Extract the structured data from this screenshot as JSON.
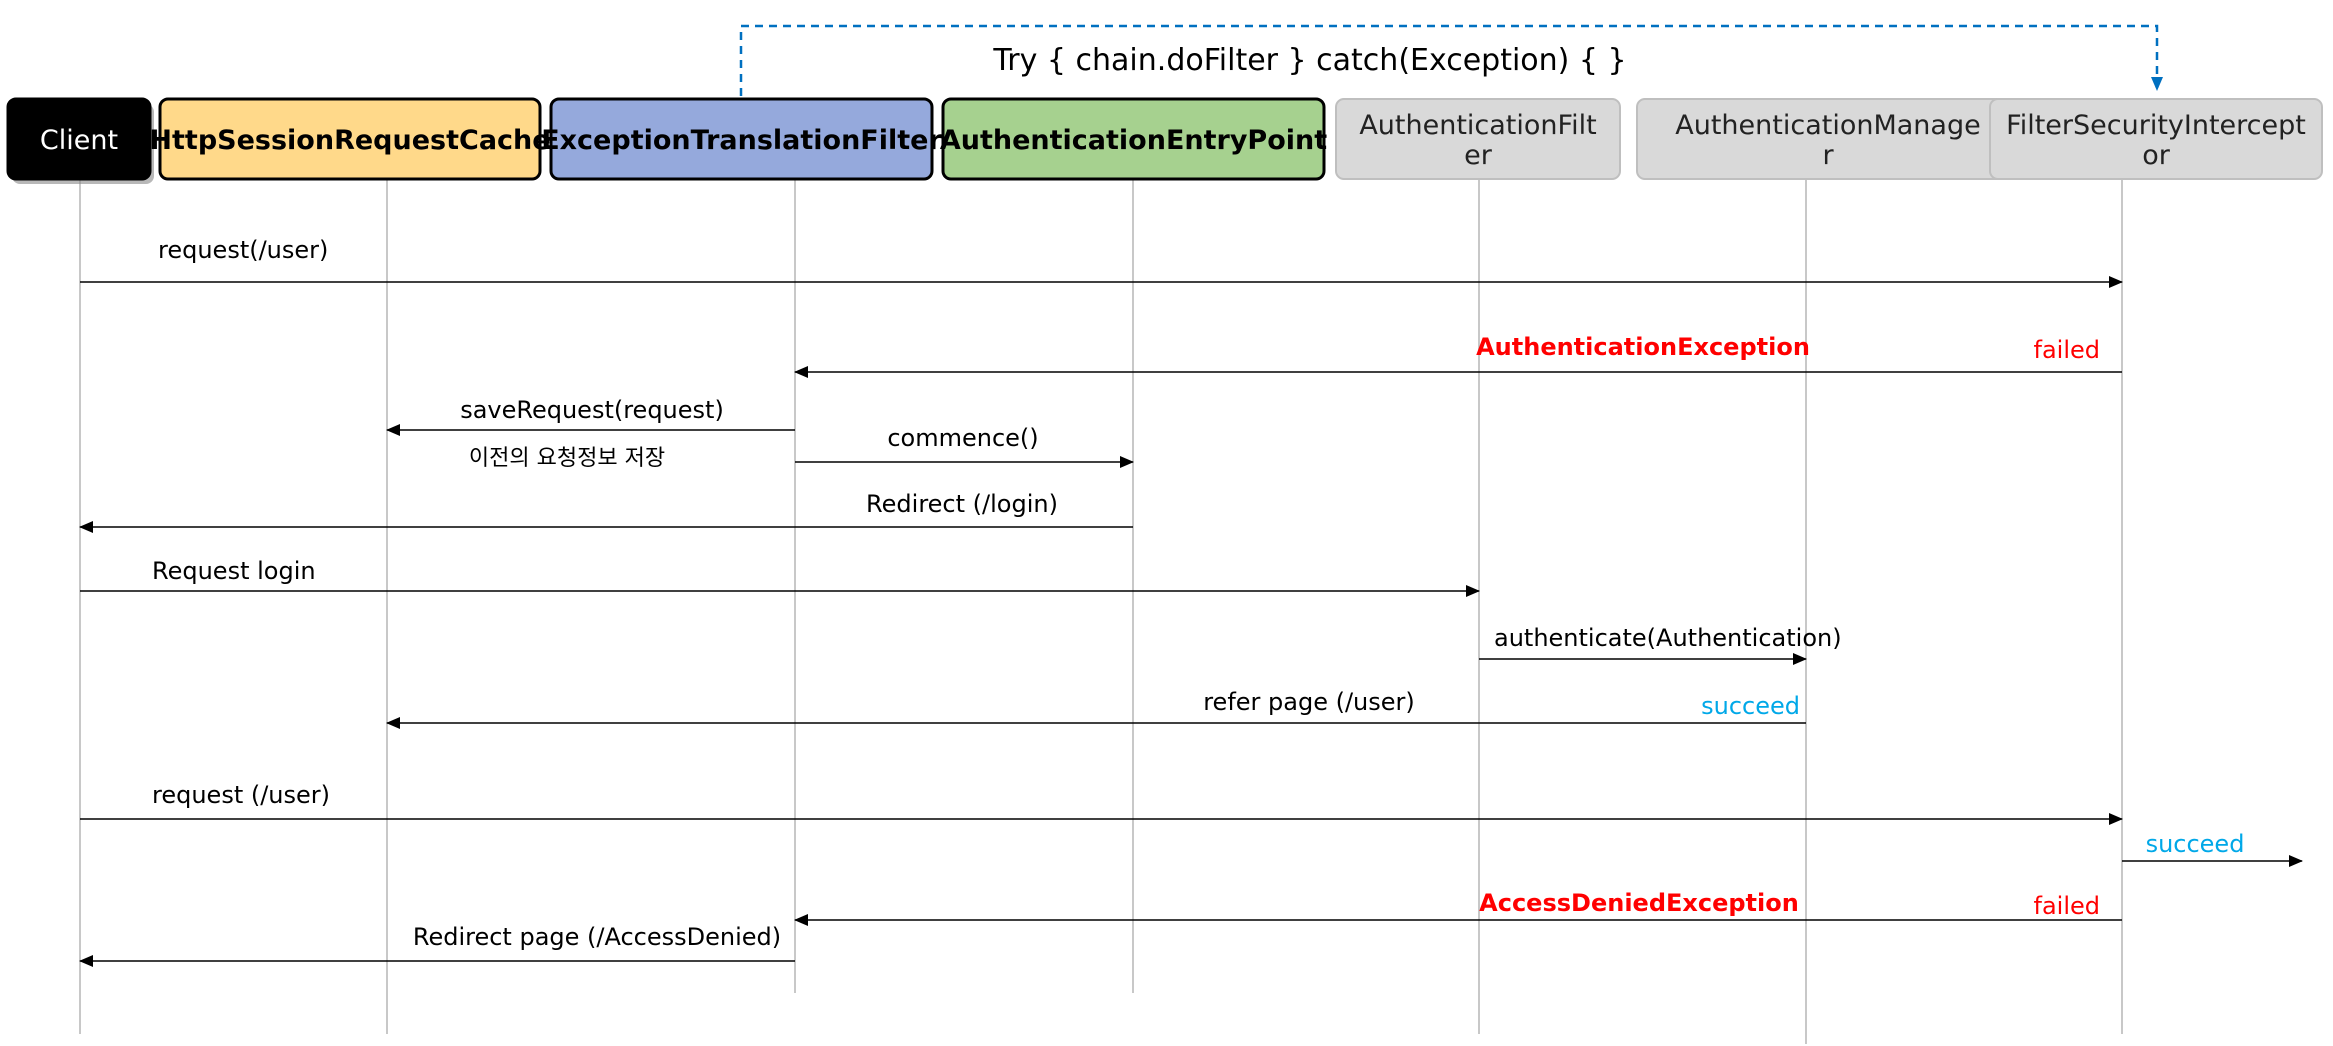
{
  "title": "Try { chain.doFilter } catch(Exception) { }",
  "participants": [
    {
      "label_lines": [
        "Client"
      ],
      "style": "black"
    },
    {
      "label_lines": [
        "HttpSessionRequestCache"
      ],
      "style": "yellow"
    },
    {
      "label_lines": [
        "ExceptionTranslationFilter"
      ],
      "style": "blue"
    },
    {
      "label_lines": [
        "AuthenticationEntryPoint"
      ],
      "style": "green"
    },
    {
      "label_lines": [
        "AuthenticationFilt",
        "er"
      ],
      "style": "gray"
    },
    {
      "label_lines": [
        "AuthenticationManage",
        "r"
      ],
      "style": "gray"
    },
    {
      "label_lines": [
        "FilterSecurityIntercept",
        "or"
      ],
      "style": "gray"
    }
  ],
  "messages": [
    {
      "from": 0,
      "to": 6,
      "label": "request(/user)",
      "color": "black"
    },
    {
      "from": 6,
      "to": 2,
      "label": "AuthenticationException",
      "color": "red",
      "side_label": "failed"
    },
    {
      "from": 2,
      "to": 1,
      "label": "saveRequest(request)",
      "sub_label": "이전의 요청정보 저장",
      "color": "black"
    },
    {
      "from": 2,
      "to": 3,
      "label": "commence()",
      "color": "black"
    },
    {
      "from": 3,
      "to": 0,
      "label": "Redirect (/login)",
      "color": "black"
    },
    {
      "from": 0,
      "to": 4,
      "label": "Request login",
      "color": "black"
    },
    {
      "from": 4,
      "to": 5,
      "label": "authenticate(Authentication)",
      "color": "black"
    },
    {
      "from": 5,
      "to": 1,
      "label": "refer page (/user)",
      "color": "black",
      "side_label": "succeed"
    },
    {
      "from": 0,
      "to": 6,
      "label": "request (/user)",
      "color": "black"
    },
    {
      "from": 6,
      "to": "out",
      "label": "succeed",
      "color": "cyan"
    },
    {
      "from": 6,
      "to": 2,
      "label": "AccessDeniedException",
      "color": "red",
      "side_label": "failed"
    },
    {
      "from": 2,
      "to": 0,
      "label": "Redirect page (/AccessDenied)",
      "color": "black"
    }
  ],
  "colors": {
    "black_fill": "#000000",
    "yellow_fill": "#ffd98a",
    "blue_fill": "#95a9dc",
    "green_fill": "#a6d18f",
    "gray_fill": "#d9d9d9",
    "gray_stroke": "#bfbfbf",
    "red": "#ff0000",
    "cyan": "#00a8e8",
    "dashed": "#0070c0",
    "lifeline": "#c8c8c8"
  }
}
